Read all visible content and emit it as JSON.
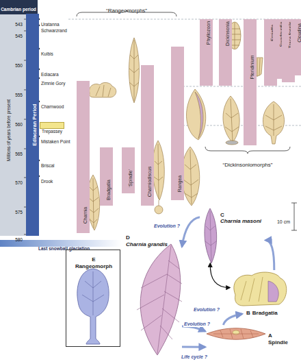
{
  "diagram": {
    "nodes": [
      {
        "text": [
          "Cambrian period"
        ]
      },
      {
        "text": [
          "Ediacaran Period"
        ]
      },
      {
        "text": [
          "Trepassey"
        ]
      },
      {
        "text": [
          "Charnia"
        ]
      },
      {
        "text": [
          "Bradgatia"
        ]
      },
      {
        "text": [
          "‘Spindle’"
        ]
      },
      {
        "text": [
          "Charniodiscus"
        ]
      },
      {
        "text": [
          "Rangea"
        ]
      },
      {
        "text": [
          "Phyllozoon"
        ]
      },
      {
        "text": [
          "Dickinsonia"
        ]
      },
      {
        "text": [
          "Pteridinium"
        ]
      },
      {
        "text": [
          "Ernietta"
        ]
      },
      {
        "text": [
          "Swartpuntia"
        ]
      },
      {
        "text": [
          "Trace fossils"
        ]
      },
      {
        "text": [
          "Cloudina"
        ]
      },
      {
        "text": [
          "Last snowball glaciation"
        ]
      },
      {
        "text": [
          "C",
          "Charnia masoni"
        ]
      },
      {
        "text": [
          "D",
          "Charnia grandis"
        ]
      },
      {
        "text": [
          "B",
          "Bradgatia"
        ]
      },
      {
        "text": [
          "E",
          "Rangeomorph"
        ]
      },
      {
        "text": [
          "A",
          "Spindle"
        ]
      }
    ],
    "edges": [
      {
        "from": 16,
        "to": 17,
        "arrow": "to",
        "label": "Evolution ?"
      },
      {
        "from": 18,
        "to": 16,
        "arrow": "to"
      },
      {
        "from": 16,
        "to": 18,
        "arrow": "both"
      },
      {
        "from": 20,
        "to": 18,
        "arrow": "to",
        "label": "Evolution ?"
      },
      {
        "from": 17,
        "to": 20,
        "arrow": "to",
        "label": "Evolution ?"
      },
      {
        "from": 17,
        "to": 20,
        "arrow": "to",
        "label": "Life cycle ?"
      }
    ],
    "labels": [
      "Millions of years before present",
      "543",
      "545",
      "550",
      "555",
      "560",
      "565",
      "570",
      "575",
      "580",
      "Uratanna",
      "Schwarzrand",
      "Kuibis",
      "Ediacara",
      "Zimnie Gory",
      "Charnwood",
      "Mistaken Point",
      "Briscal",
      "Drook",
      "“Rangeomorphs”",
      "“Dickinsoniomorphs”",
      "10 cm"
    ]
  }
}
